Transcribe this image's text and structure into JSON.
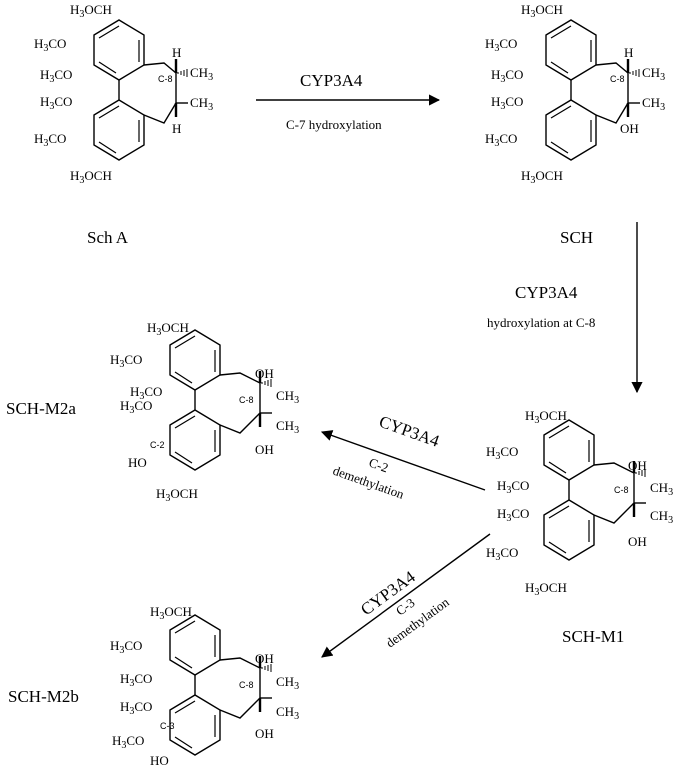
{
  "colors": {
    "ink": "#000000",
    "background": "#ffffff"
  },
  "compounds": {
    "sch_a": {
      "name": "Sch A"
    },
    "sch": {
      "name": "SCH"
    },
    "m1": {
      "name": "SCH-M1"
    },
    "m2a": {
      "name": "SCH-M2a"
    },
    "m2b": {
      "name": "SCH-M2b"
    }
  },
  "reactions": {
    "r1": {
      "enzyme": "CYP3A4",
      "description": "C-7 hydroxylation"
    },
    "r2": {
      "enzyme": "CYP3A4",
      "description": "hydroxylation at C-8"
    },
    "r3": {
      "enzyme": "CYP3A4",
      "line1": "C-2",
      "line2": "demethylation"
    },
    "r4": {
      "enzyme": "CYP3A4",
      "line1": "C-3",
      "line2": "demethylation"
    }
  },
  "atoms": {
    "methoxy_text": "OCH",
    "methyl": "CH",
    "sub3": "3",
    "h": "H",
    "oh": "OH",
    "ho": "HO",
    "c8": "C-8",
    "c2": "C-2",
    "c3": "C-3"
  }
}
